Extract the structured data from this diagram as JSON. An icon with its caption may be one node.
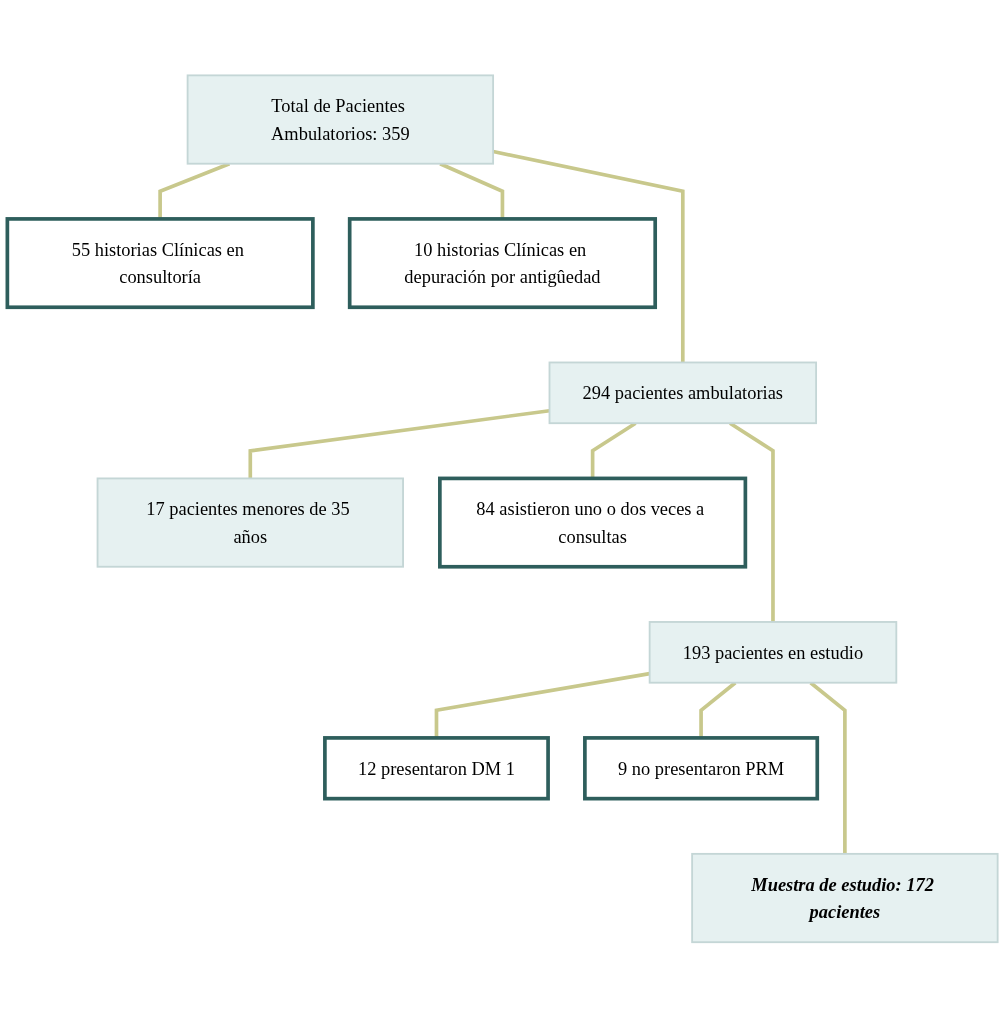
{
  "diagram": {
    "nodes": [
      {
        "text": [
          "Total de Pacientes Ambulatorios: 359"
        ]
      },
      {
        "text": [
          "55 historias Clínicas en consultoría"
        ]
      },
      {
        "text": [
          "10 historias Clínicas en depuración por antigûedad"
        ]
      },
      {
        "text": [
          "294 pacientes ambulatorias"
        ]
      },
      {
        "text": [
          "17 pacientes menores de 35 años"
        ]
      },
      {
        "text": [
          "84 asistieron uno o dos veces a consultas"
        ]
      },
      {
        "text": [
          "193 pacientes en estudio"
        ]
      },
      {
        "text": [
          "12 presentaron DM 1"
        ]
      },
      {
        "text": [
          "9 no presentaron PRM"
        ]
      },
      {
        "text": [
          "Muestra de estudio: 172 pacientes"
        ]
      }
    ],
    "edges": [
      {
        "from": 0,
        "to": 1,
        "arrow": "none"
      },
      {
        "from": 0,
        "to": 2,
        "arrow": "none"
      },
      {
        "from": 0,
        "to": 3,
        "arrow": "none"
      },
      {
        "from": 3,
        "to": 4,
        "arrow": "none"
      },
      {
        "from": 3,
        "to": 5,
        "arrow": "none"
      },
      {
        "from": 3,
        "to": 6,
        "arrow": "none"
      },
      {
        "from": 6,
        "to": 7,
        "arrow": "none"
      },
      {
        "from": 6,
        "to": 8,
        "arrow": "none"
      },
      {
        "from": 6,
        "to": 9,
        "arrow": "none"
      }
    ]
  }
}
